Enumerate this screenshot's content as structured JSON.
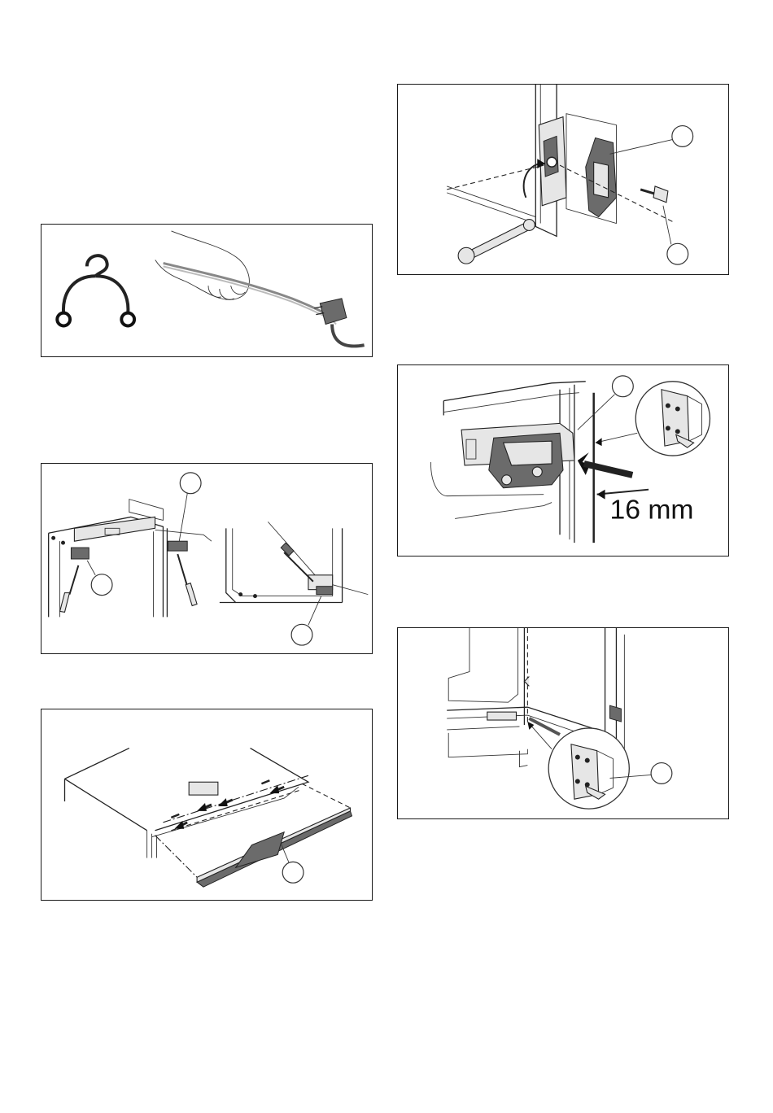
{
  "figures": [
    {
      "id": "fig-unplug",
      "description": "transport-hook-and-plug"
    },
    {
      "id": "fig-top-clips",
      "description": "screwdriver-clip-release"
    },
    {
      "id": "fig-base-strip",
      "description": "base-strip-mounting"
    },
    {
      "id": "fig-door-hinge-screw",
      "description": "hinge-adjustment"
    },
    {
      "id": "fig-hinge-16mm",
      "description": "hinge-clearance",
      "dimension_label": "16 mm"
    },
    {
      "id": "fig-bracket",
      "description": "bracket-placement"
    }
  ],
  "icons": {
    "transport": "hook-icon",
    "plug": "plug-icon",
    "screwdriver": "screwdriver-icon",
    "wrench": "wrench-icon",
    "screw": "screw-icon",
    "bracket": "bracket-icon"
  },
  "colors": {
    "frame": "#1a1a1a",
    "part_fill": "#e6e6e6",
    "part_dark": "#6b6b6b"
  }
}
